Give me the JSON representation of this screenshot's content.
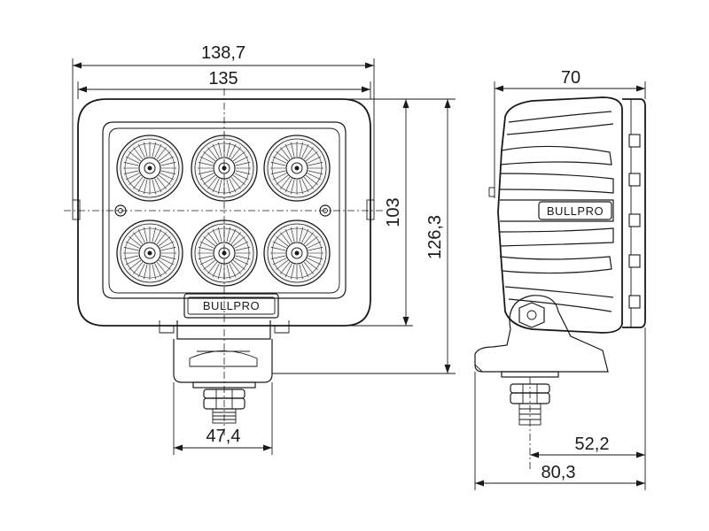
{
  "dimensions": {
    "overall_width": "138,7",
    "housing_width": "135",
    "housing_height": "103",
    "overall_height": "126,3",
    "bracket_width": "47,4",
    "depth": "70",
    "mount_offset": "52,2",
    "overall_depth": "80,3"
  },
  "brand": {
    "front_logo": "BULLPRO",
    "side_logo": "BULLPRO"
  },
  "colors": {
    "line": "#1a1a1a",
    "background": "#ffffff"
  }
}
